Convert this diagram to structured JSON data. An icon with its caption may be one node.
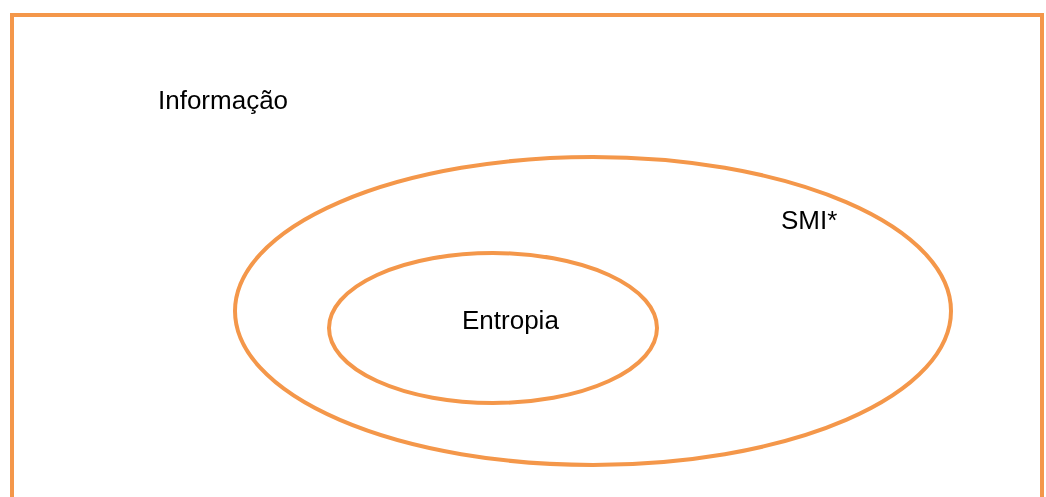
{
  "diagram": {
    "nodes": [
      {
        "text": [
          "Informação"
        ]
      },
      {
        "text": [
          "SMI*"
        ],
        "in": 0
      },
      {
        "text": [
          "Entropia"
        ],
        "in": 1
      }
    ]
  }
}
